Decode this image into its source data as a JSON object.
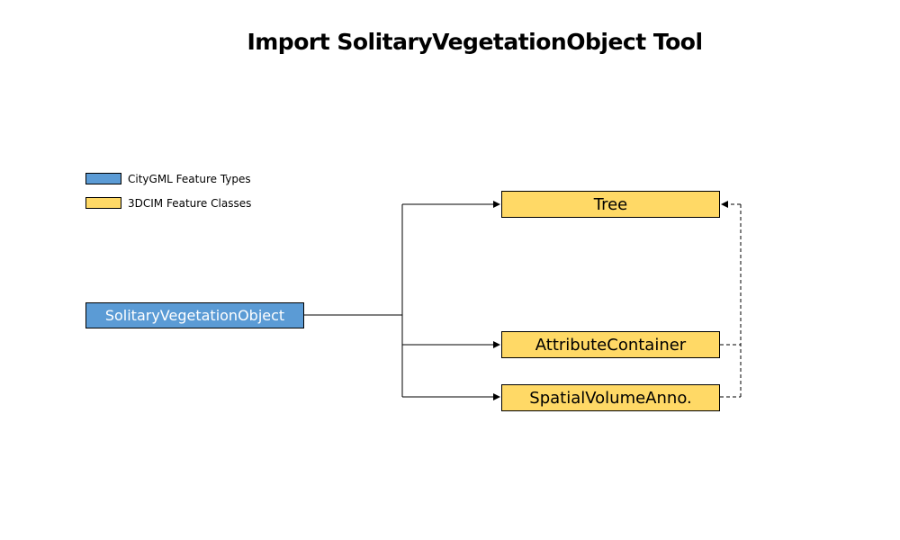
{
  "title": "Import SolitaryVegetationObject Tool",
  "colors": {
    "citygml_fill": "#5b9bd5",
    "dcim_fill": "#ffd966",
    "border": "#000000"
  },
  "legend": [
    {
      "label": "CityGML Feature Types",
      "color": "#5b9bd5"
    },
    {
      "label": "3DCIM Feature Classes",
      "color": "#ffd966"
    }
  ],
  "source_node": {
    "label": "SolitaryVegetationObject"
  },
  "target_nodes": [
    {
      "label": "Tree"
    },
    {
      "label": "AttributeContainer"
    },
    {
      "label": "SpatialVolumeAnno."
    }
  ]
}
